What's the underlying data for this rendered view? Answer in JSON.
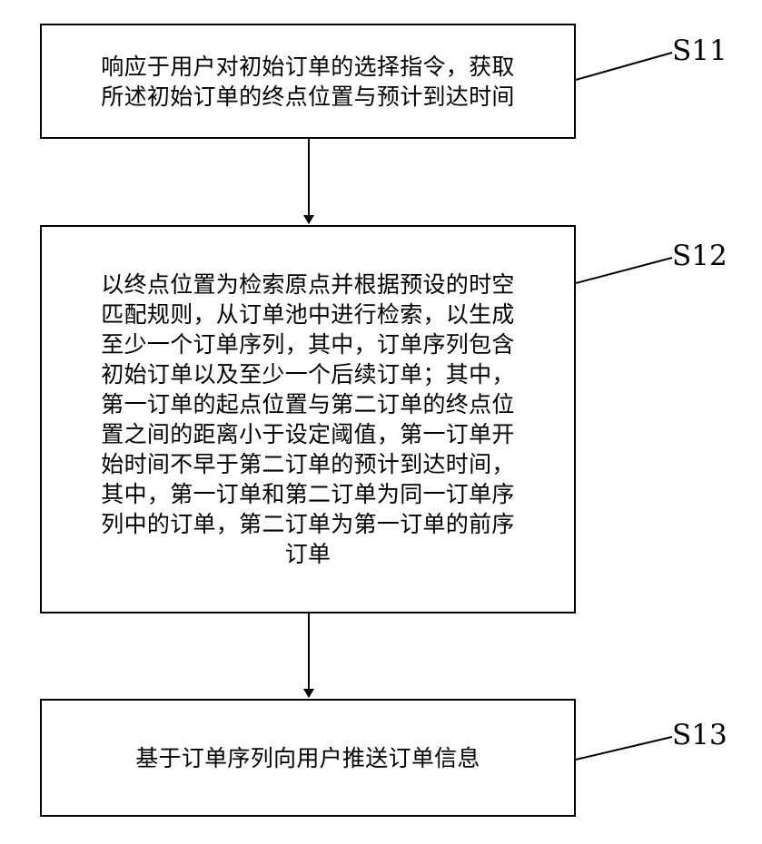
{
  "steps": [
    {
      "id": "S11",
      "lines": [
        "响应于用户对初始订单的选择指令，获取",
        "所述初始订单的终点位置与预计到达时间"
      ]
    },
    {
      "id": "S12",
      "lines": [
        "以终点位置为检索原点并根据预设的时空",
        "匹配规则，从订单池中进行检索，以生成",
        "至少一个订单序列，其中，订单序列包含",
        "初始订单以及至少一个后续订单；其中，",
        "第一订单的起点位置与第二订单的终点位",
        "置之间的距离小于设定阈值，第一订单开",
        "始时间不早于第二订单的预计到达时间，",
        "其中，第一订单和第二订单为同一订单序",
        "列中的订单，第二订单为第一订单的前序",
        "订单"
      ]
    },
    {
      "id": "S13",
      "lines": [
        "基于订单序列向用户推送订单信息"
      ]
    }
  ]
}
